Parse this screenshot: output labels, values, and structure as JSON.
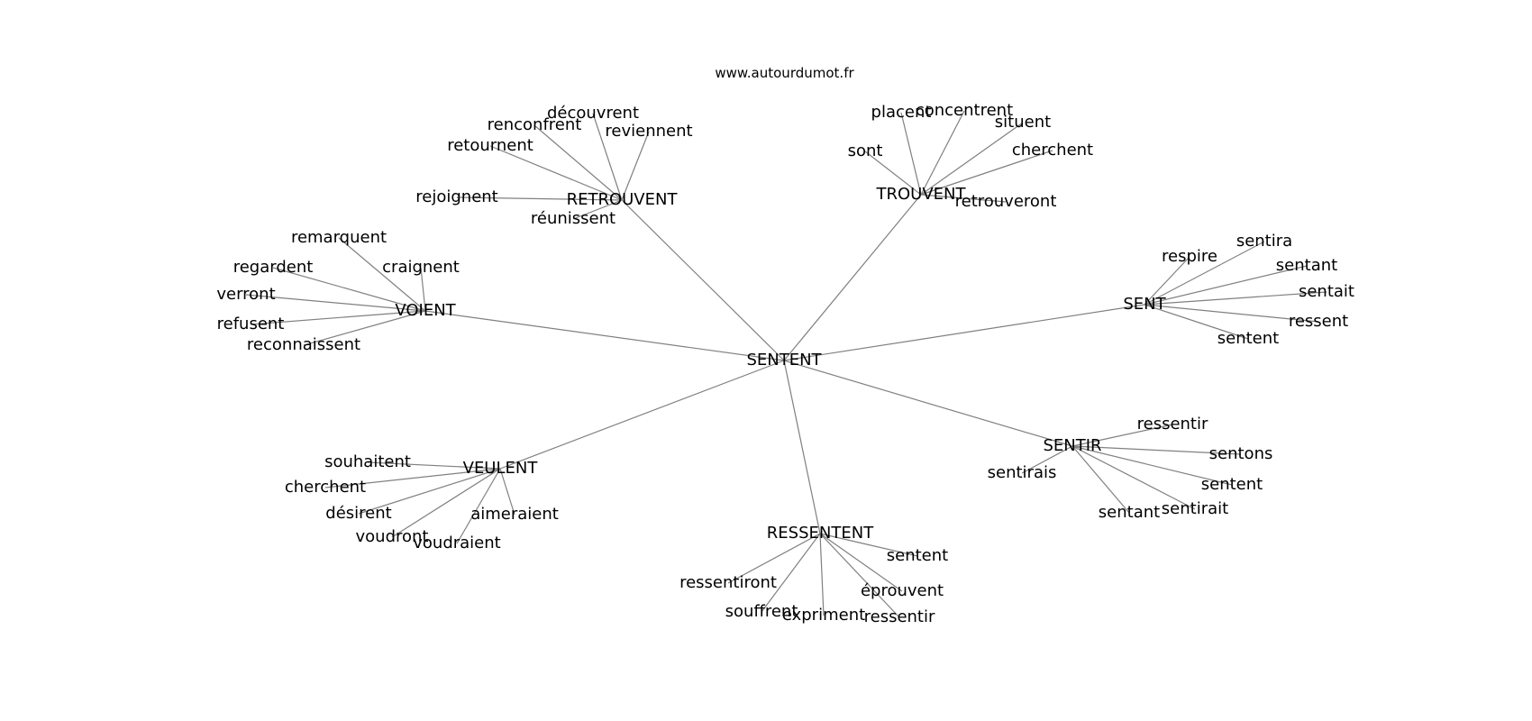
{
  "source": "www.autourdumot.fr",
  "center": "SENTENT",
  "hubs": [
    {
      "key": "retrouvent",
      "label": "RETROUVENT",
      "leaves": [
        "découvrent",
        "renconfrent",
        "reviennent",
        "retournent",
        "rejoignent",
        "réunissent"
      ]
    },
    {
      "key": "trouvent",
      "label": "TROUVENT",
      "leaves": [
        "placent",
        "concentrent",
        "situent",
        "sont",
        "cherchent",
        "retrouveront"
      ]
    },
    {
      "key": "voient",
      "label": "VOIENT",
      "leaves": [
        "remarquent",
        "regardent",
        "craignent",
        "verront",
        "refusent",
        "reconnaissent"
      ]
    },
    {
      "key": "sent",
      "label": "SENT",
      "leaves": [
        "respire",
        "sentira",
        "sentant",
        "sentait",
        "ressent",
        "sentent"
      ]
    },
    {
      "key": "veulent",
      "label": "VEULENT",
      "leaves": [
        "souhaitent",
        "cherchent",
        "désirent",
        "aimeraient",
        "voudront",
        "voudraient"
      ]
    },
    {
      "key": "sentir",
      "label": "SENTIR",
      "leaves": [
        "ressentir",
        "sentons",
        "sentirais",
        "sentent",
        "sentant",
        "sentirait"
      ]
    },
    {
      "key": "ressentent",
      "label": "RESSENTENT",
      "leaves": [
        "sentent",
        "ressentiront",
        "éprouvent",
        "souffrent",
        "expriment",
        "ressentir"
      ]
    }
  ]
}
